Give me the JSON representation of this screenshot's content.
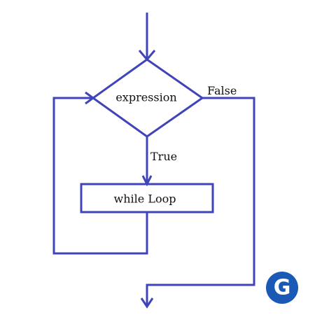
{
  "diagram": {
    "decision_label": "expression",
    "process_label": "while Loop",
    "true_label": "True",
    "false_label": "False",
    "logo_text": "G"
  },
  "colors": {
    "line": "#3f45b8",
    "logo": "#1a59b5",
    "text": "#111111",
    "background": "#ffffff"
  },
  "icons": [
    "arrow-down-icon",
    "arrow-right-icon",
    "brand-logo-icon"
  ]
}
